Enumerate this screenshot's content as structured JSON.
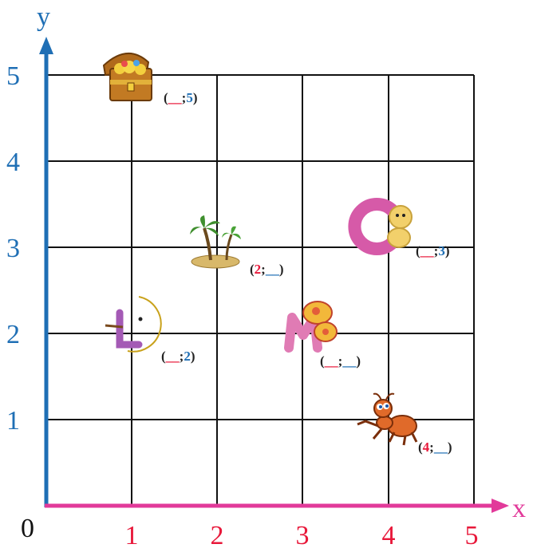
{
  "axes": {
    "x_name": "x",
    "y_name": "y",
    "origin_label": "0",
    "x_ticks": [
      "1",
      "2",
      "3",
      "4",
      "5"
    ],
    "y_ticks": [
      "1",
      "2",
      "3",
      "4",
      "5"
    ]
  },
  "items": [
    {
      "id": "treasure",
      "icon": "treasure-chest-icon",
      "pos": [
        1,
        5
      ],
      "label": {
        "open": "(",
        "x": "__",
        "sep": ";",
        "y": "5",
        "close": ")"
      }
    },
    {
      "id": "island",
      "icon": "palm-island-icon",
      "pos": [
        2,
        3
      ],
      "label": {
        "open": "(",
        "x": "2",
        "sep": ";",
        "y": "__",
        "close": ")"
      }
    },
    {
      "id": "letter-c",
      "icon": "letter-c-lion-icon",
      "pos": [
        4,
        3
      ],
      "label": {
        "open": "(",
        "x": "__",
        "sep": ";",
        "y": "3",
        "close": ")"
      }
    },
    {
      "id": "letter-l",
      "icon": "letter-l-moon-icon",
      "pos": [
        1,
        2
      ],
      "label": {
        "open": "(",
        "x": "__",
        "sep": ";",
        "y": "2",
        "close": ")"
      }
    },
    {
      "id": "letter-m",
      "icon": "letter-m-butterfly-icon",
      "pos": [
        3,
        2
      ],
      "label": {
        "open": "(",
        "x": "__",
        "sep": ";",
        "y": "__",
        "close": ")"
      }
    },
    {
      "id": "ant",
      "icon": "ant-icon",
      "pos": [
        4,
        1
      ],
      "label": {
        "open": "(",
        "x": "4",
        "sep": ";",
        "y": "__",
        "close": ")"
      }
    }
  ],
  "colors": {
    "x_axis": "#e23a9a",
    "y_axis": "#1f6fb5",
    "x_tick_labels": "#e8183a",
    "y_tick_labels": "#1f6fb5",
    "grid": "#111111"
  }
}
